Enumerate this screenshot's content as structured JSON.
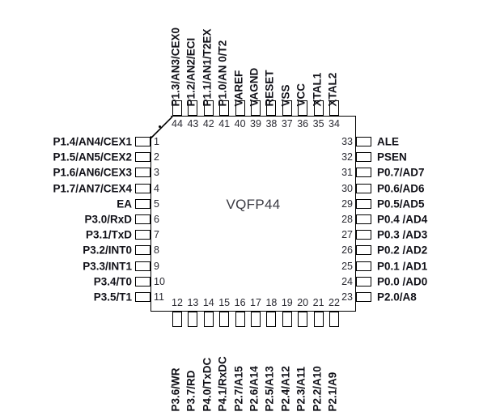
{
  "diagram": {
    "package_name": "VQFP44",
    "total_pins": 44,
    "colors": {
      "background": "#ffffff",
      "outline": "#000000",
      "label_text": "#111118",
      "pin_number_text": "#2a2a32",
      "package_name_text": "#3b3b43"
    }
  },
  "pins": {
    "left": [
      {
        "number": "1",
        "label": "P1.4/AN4/CEX1"
      },
      {
        "number": "2",
        "label": "P1.5/AN5/CEX2"
      },
      {
        "number": "3",
        "label": "P1.6/AN6/CEX3"
      },
      {
        "number": "4",
        "label": "P1.7/AN7/CEX4"
      },
      {
        "number": "5",
        "label": "EA"
      },
      {
        "number": "6",
        "label": "P3.0/RxD"
      },
      {
        "number": "7",
        "label": "P3.1/TxD"
      },
      {
        "number": "8",
        "label": "P3.2/INT0"
      },
      {
        "number": "9",
        "label": "P3.3/INT1"
      },
      {
        "number": "10",
        "label": "P3.4/T0"
      },
      {
        "number": "11",
        "label": "P3.5/T1"
      }
    ],
    "bottom": [
      {
        "number": "12",
        "label": "P3.6/WR"
      },
      {
        "number": "13",
        "label": "P3.7/RD"
      },
      {
        "number": "14",
        "label": "P4.0/TxDC"
      },
      {
        "number": "15",
        "label": "P4.1/RxDC"
      },
      {
        "number": "16",
        "label": "P2.7/A15"
      },
      {
        "number": "17",
        "label": "P2.6/A14"
      },
      {
        "number": "18",
        "label": "P2.5/A13"
      },
      {
        "number": "19",
        "label": "P2.4/A12"
      },
      {
        "number": "20",
        "label": "P2.3/A11"
      },
      {
        "number": "21",
        "label": "P2.2/A10"
      },
      {
        "number": "22",
        "label": "P2.1/A9"
      }
    ],
    "right": [
      {
        "number": "23",
        "label": "P2.0/A8"
      },
      {
        "number": "24",
        "label": "P0.0 /AD0"
      },
      {
        "number": "25",
        "label": "P0.1 /AD1"
      },
      {
        "number": "26",
        "label": "P0.2 /AD2"
      },
      {
        "number": "27",
        "label": "P0.3 /AD3"
      },
      {
        "number": "28",
        "label": "P0.4 /AD4"
      },
      {
        "number": "29",
        "label": "P0.5/AD5"
      },
      {
        "number": "30",
        "label": "P0.6/AD6"
      },
      {
        "number": "31",
        "label": "P0.7/AD7"
      },
      {
        "number": "32",
        "label": "PSEN"
      },
      {
        "number": "33",
        "label": "ALE"
      }
    ],
    "top": [
      {
        "number": "34",
        "label": "XTAL2"
      },
      {
        "number": "35",
        "label": "XTAL1"
      },
      {
        "number": "36",
        "label": "VCC"
      },
      {
        "number": "37",
        "label": "VSS"
      },
      {
        "number": "38",
        "label": "RESET"
      },
      {
        "number": "39",
        "label": "VAGND"
      },
      {
        "number": "40",
        "label": "VAREF"
      },
      {
        "number": "41",
        "label": "P1.0/AN 0/T2"
      },
      {
        "number": "42",
        "label": "P1.1/AN1/T2EX"
      },
      {
        "number": "43",
        "label": "P1.2/AN2/ECI"
      },
      {
        "number": "44",
        "label": "P1.3/AN3/CEX0"
      }
    ]
  }
}
